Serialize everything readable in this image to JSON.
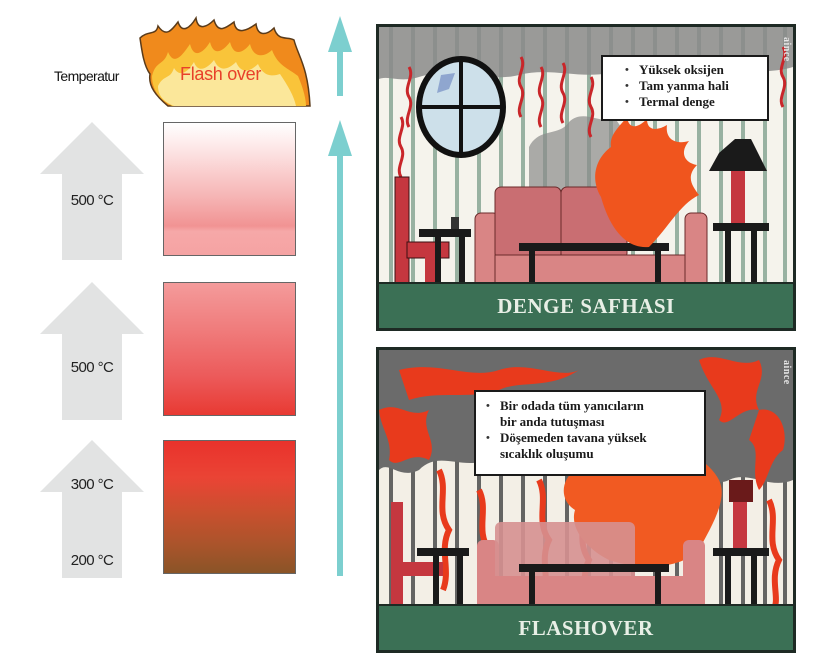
{
  "header": {
    "temperature_label": "Temperatur",
    "flashover_banner": "Flash over"
  },
  "stages": [
    {
      "arrow_labels": [
        "500 °C"
      ],
      "box_color_top": "#ffffff",
      "box_color_bottom": "#f5a3a3"
    },
    {
      "arrow_labels": [
        "500 °C"
      ],
      "box_color_top": "#f49b9b",
      "box_color_bottom": "#e83a33"
    },
    {
      "arrow_labels": [
        "300 °C",
        "200 °C"
      ],
      "box_color_top": "#e9322c",
      "box_color_bottom": "#8a5427"
    }
  ],
  "colors": {
    "teal_arrow": "#7ccfcf",
    "caption_green": "#3b7055",
    "gray_arrow": "#e2e3e3",
    "flame_orange": "#f0551e"
  },
  "panels": {
    "top": {
      "caption": "DENGE SAFHASI",
      "notes": [
        "Yüksek oksijen",
        "Tam yanma hali",
        "Termal denge"
      ],
      "watermark": "aince"
    },
    "bottom": {
      "caption": "FLASHOVER",
      "notes": [
        {
          "line1": "Bir odada tüm yanıcıların",
          "line2": "bir anda tutuşması"
        },
        {
          "line1": "Döşemeden tavana yüksek",
          "line2": "sıcaklık oluşumu"
        }
      ],
      "watermark": "aince"
    }
  }
}
